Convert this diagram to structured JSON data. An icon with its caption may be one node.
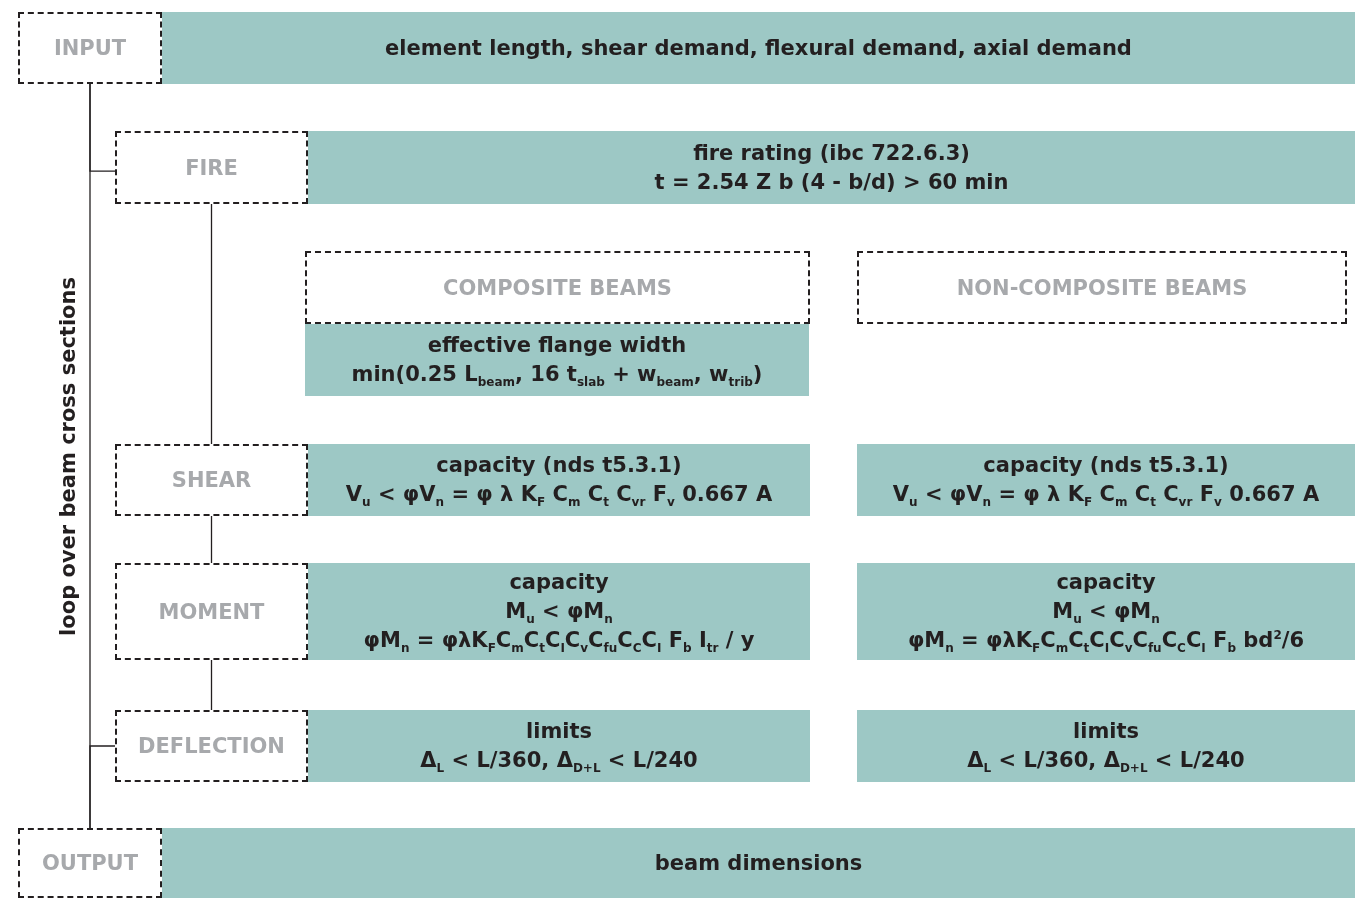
{
  "diagram": {
    "nodes": [
      {
        "text": [
          "INPUT"
        ]
      },
      {
        "text": [
          "element length, shear demand, flexural demand, axial demand"
        ]
      },
      {
        "text": [
          "FIRE"
        ]
      },
      {
        "text": [
          "fire rating (ibc 722.6.3)",
          "t = 2.54 Z b (4 - b/d) > 60 min"
        ]
      },
      {
        "text": [
          "COMPOSITE BEAMS"
        ]
      },
      {
        "text": [
          "effective flange width",
          "min(0.25 L$_{beam}$, 16 t$_{slab}$ + w$_{beam}$, w$_{trib}$)"
        ]
      },
      {
        "text": [
          "NON-COMPOSITE BEAMS"
        ]
      },
      {
        "text": [
          "SHEAR"
        ]
      },
      {
        "text": [
          "capacity (nds t5.3.1)",
          "V$_{u}$ < φV$_{n}$ = φ λ K$_{F}$ C$_{m}$ C$_{t}$ C$_{vr}$ F$_{v}$ 0.667 A"
        ]
      },
      {
        "text": [
          "capacity (nds t5.3.1)",
          "V$_{u}$ < φV$_{n}$ = φ λ K$_{F}$ C$_{m}$ C$_{t}$ C$_{vr}$ F$_{v}$ 0.667 A"
        ]
      },
      {
        "text": [
          "MOMENT"
        ]
      },
      {
        "text": [
          "capacity",
          "M$_{u}$ < φM$_{n}$",
          "φM$_{n}$ = φλK$_{F}$C$_{m}$C$_{t}$C$_{I}$C$_{v}$C$_{fu}$C$_{C}$C$_{I}$ F$_{b}$ I$_{tr}$ / y"
        ]
      },
      {
        "text": [
          "capacity",
          "M$_{u}$ < φM$_{n}$",
          "φM$_{n}$ = φλK$_{F}$C$_{m}$C$_{t}$C$_{I}$C$_{v}$C$_{fu}$C$_{C}$C$_{I}$ F$_{b}$ bd$^{2}$/6"
        ]
      },
      {
        "text": [
          "DEFLECTION"
        ]
      },
      {
        "text": [
          "limits",
          "Δ$_{L}$ < L/360, Δ$_{D+L}$ < L/240"
        ]
      },
      {
        "text": [
          "limits",
          "Δ$_{L}$ < L/360, Δ$_{D+L}$ < L/240"
        ]
      },
      {
        "text": [
          "OUTPUT"
        ]
      },
      {
        "text": [
          "beam dimensions"
        ]
      }
    ],
    "edges": [
      {
        "from": 0,
        "to": 16,
        "arrow": "none",
        "label": "loop over beam cross sections"
      },
      {
        "from": 0,
        "to": 2,
        "arrow": "none"
      },
      {
        "from": 13,
        "to": 16,
        "arrow": "none"
      },
      {
        "from": 2,
        "to": 7,
        "arrow": "none"
      },
      {
        "from": 7,
        "to": 10,
        "arrow": "none"
      },
      {
        "from": 10,
        "to": 13,
        "arrow": "none"
      }
    ]
  }
}
